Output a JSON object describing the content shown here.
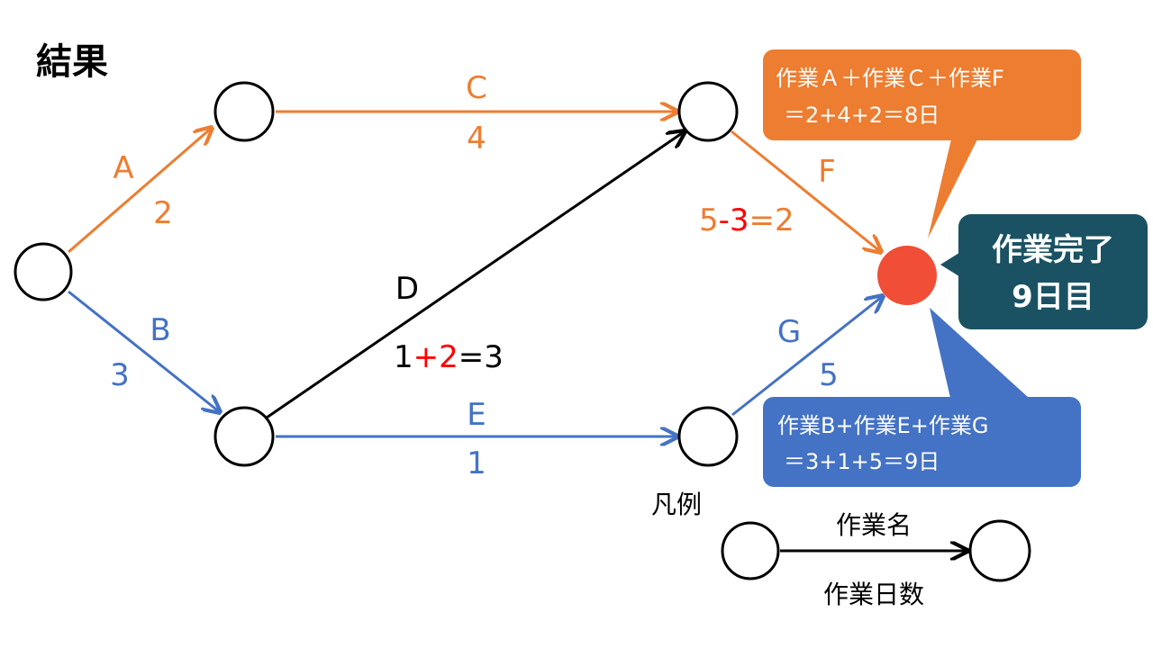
{
  "title": "結果",
  "colors": {
    "orange": "#ed7d31",
    "blue": "#4472c4",
    "black": "#000000",
    "red": "#ff0000",
    "end_node": "#f04e37",
    "done_box": "#1a5263"
  },
  "activities": {
    "A": {
      "name": "A",
      "days": "2"
    },
    "B": {
      "name": "B",
      "days": "3"
    },
    "C": {
      "name": "C",
      "days": "4"
    },
    "D": {
      "name": "D",
      "calc_a": "1",
      "calc_op": "+",
      "calc_b": "2",
      "calc_eq": "=3"
    },
    "E": {
      "name": "E",
      "days": "1"
    },
    "F": {
      "name": "F",
      "calc_a": "5",
      "calc_op": "-3",
      "calc_eq": "=2"
    },
    "G": {
      "name": "G",
      "days": "5"
    }
  },
  "callouts": {
    "orange_line1": "作業Ａ＋作業Ｃ＋作業F",
    "orange_line2": "＝2+4+2＝8日",
    "blue_line1": "作業B+作業E+作業G",
    "blue_line2": "＝3+1+5＝9日",
    "done_line1": "作業完了",
    "done_line2": "9日目"
  },
  "legend": {
    "title": "凡例",
    "name_label": "作業名",
    "days_label": "作業日数"
  }
}
